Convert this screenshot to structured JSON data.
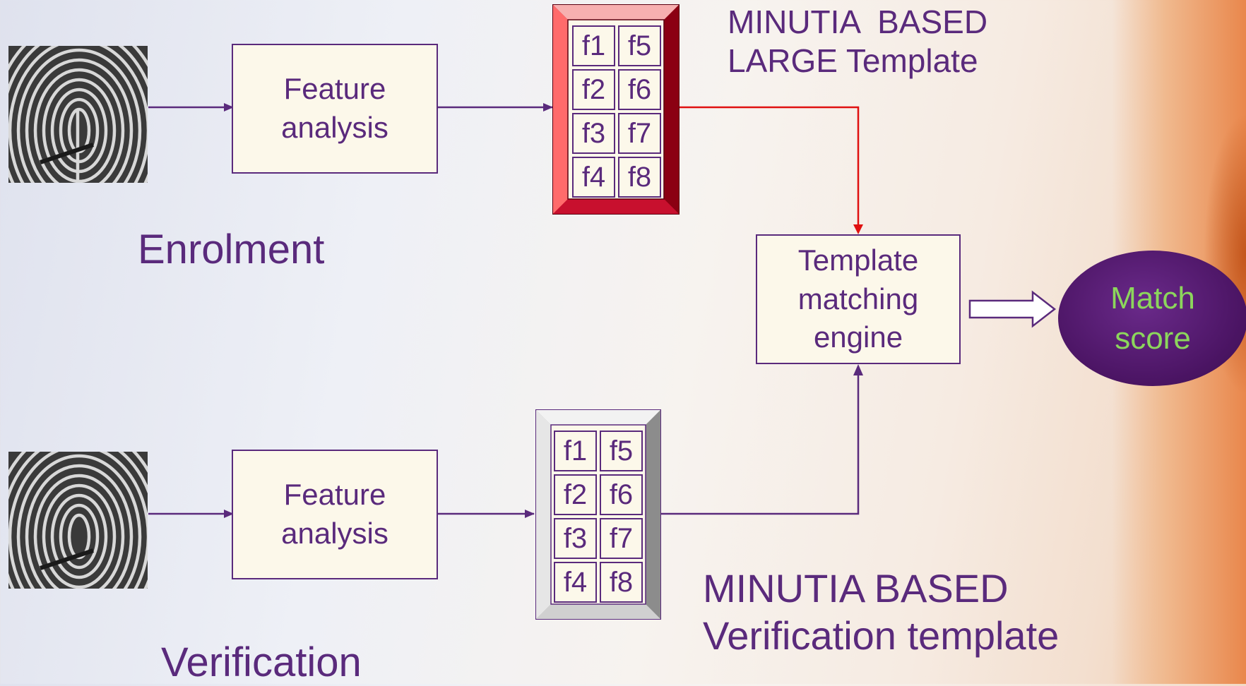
{
  "enrolment": {
    "label": "Enrolment",
    "feature_box": [
      "Feature",
      "analysis"
    ],
    "template_title": [
      "MINUTIA  BASED",
      "LARGE Template"
    ],
    "cells": [
      "f1",
      "f5",
      "f2",
      "f6",
      "f3",
      "f7",
      "f4",
      "f8"
    ]
  },
  "verification": {
    "label": "Verification",
    "feature_box": [
      "Feature",
      "analysis"
    ],
    "template_title": [
      "MINUTIA BASED",
      "Verification template"
    ],
    "cells": [
      "f1",
      "f5",
      "f2",
      "f6",
      "f3",
      "f7",
      "f4",
      "f8"
    ]
  },
  "engine": [
    "Template",
    "matching",
    "engine"
  ],
  "result": [
    "Match",
    "score"
  ],
  "colors": {
    "purple": "#5a2a7c",
    "red_frame": "#c8102e",
    "gray_frame": "#a6a6a6",
    "match_text": "#8cd65c"
  }
}
